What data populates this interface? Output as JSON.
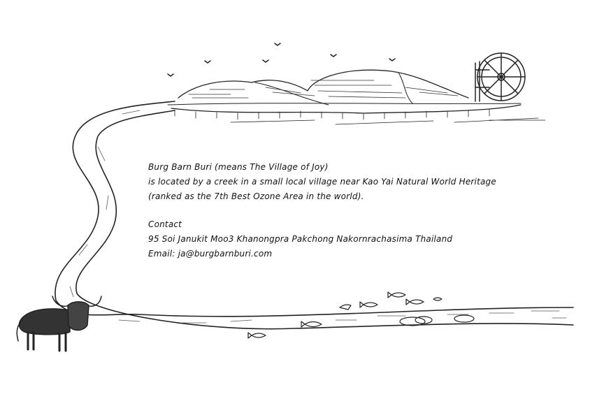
{
  "about": {
    "line1": "Burg Barn Buri (means The Village of Joy)",
    "line2": "is located by a creek in a small local village near Kao Yai Natural World Heritage",
    "line3": "(ranked as the 7th Best Ozone Area in the world)."
  },
  "contact": {
    "heading": "Contact",
    "address": "95 Soi Janukit Moo3 Khanongpra Pakchong Nakornrachasima Thailand",
    "email_label": "Email:",
    "email": "ja@burgbarnburi.com"
  }
}
